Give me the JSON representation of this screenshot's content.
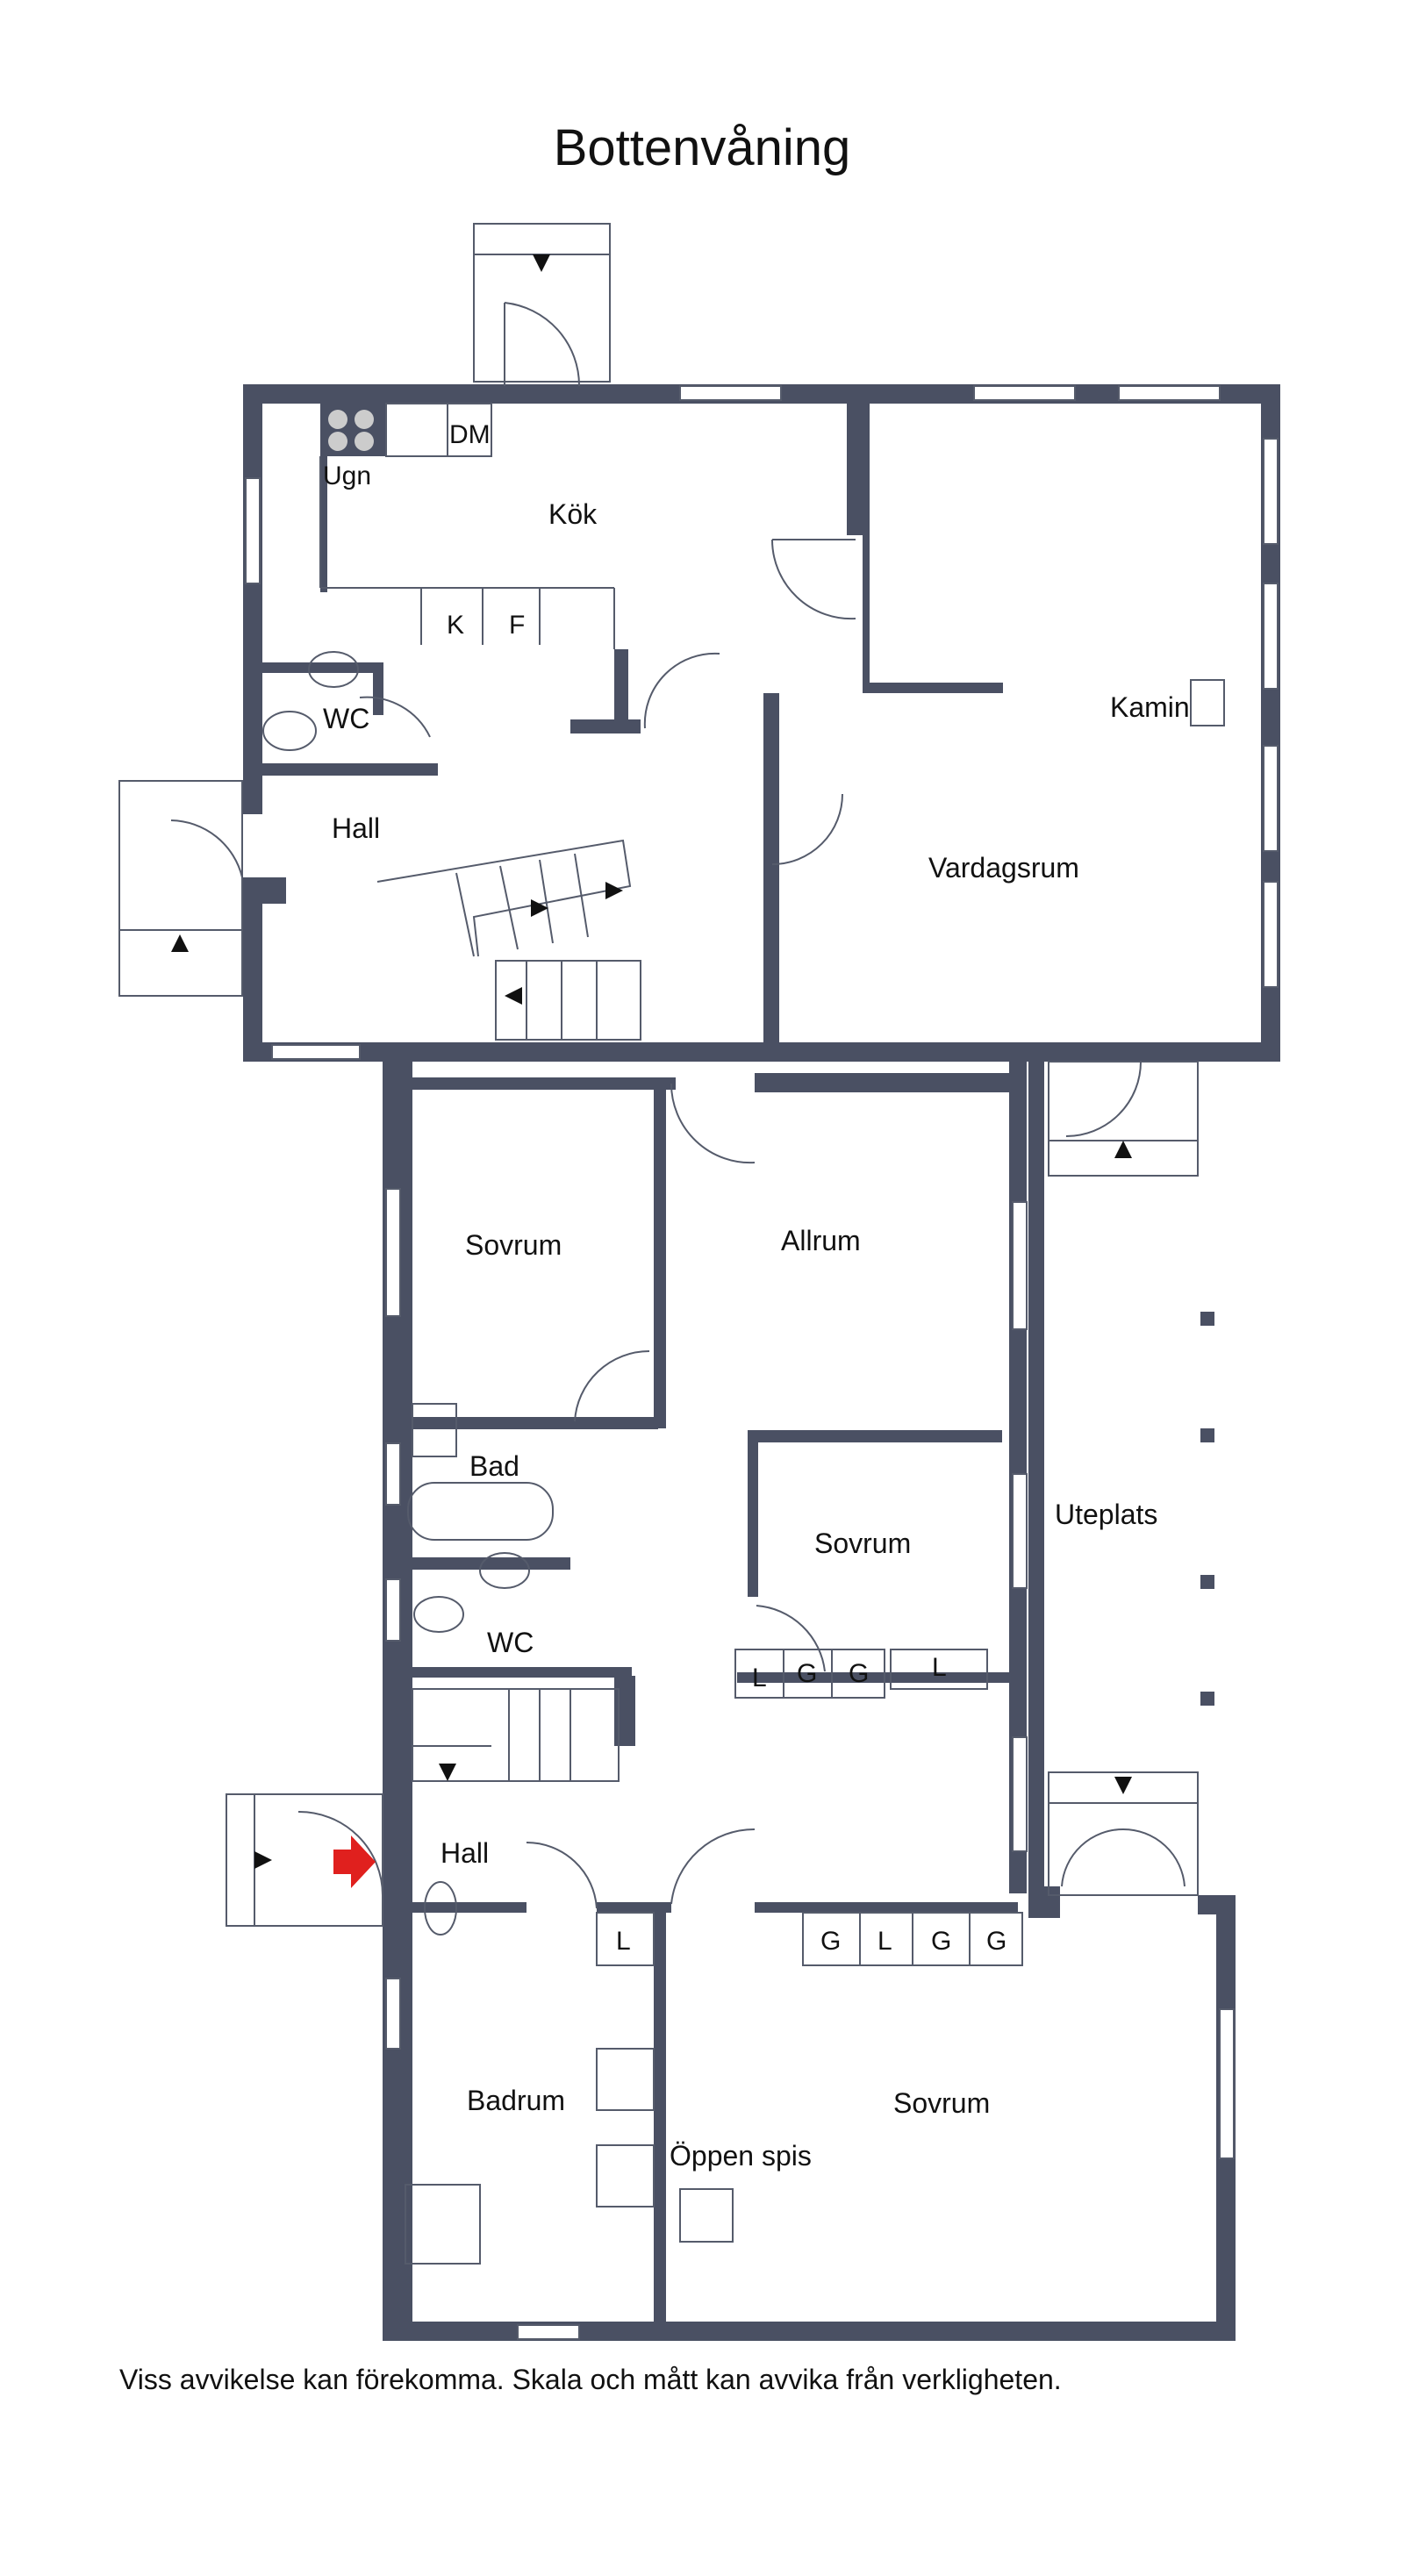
{
  "title": "Bottenvåning",
  "disclaimer": "Viss avvikelse kan förekomma. Skala och mått kan avvika från verkligheten.",
  "colors": {
    "wall": "#4a5063",
    "line": "#555b6b",
    "entrance": "#e0201e",
    "background": "#ffffff"
  },
  "rooms": {
    "kok": "Kök",
    "wc_top": "WC",
    "hall_top": "Hall",
    "vardagsrum": "Vardagsrum",
    "kamin": "Kamin",
    "sovrum_left": "Sovrum",
    "allrum": "Allrum",
    "bad": "Bad",
    "wc_mid": "WC",
    "sovrum_mid": "Sovrum",
    "uteplats": "Uteplats",
    "hall_bottom": "Hall",
    "badrum": "Badrum",
    "oppen_spis": "Öppen spis",
    "sovrum_bottom": "Sovrum"
  },
  "fixtures": {
    "ugn": "Ugn",
    "dm": "DM",
    "k": "K",
    "f": "F",
    "closets_mid": [
      "L",
      "G",
      "G"
    ],
    "closet_mid_right": "L",
    "closet_badrum": "L",
    "closets_bottom": [
      "G",
      "L",
      "G",
      "G"
    ]
  },
  "icons": [
    "entrance-arrow-icon",
    "stair-direction-arrow-icon",
    "door-swing-icon",
    "window-icon"
  ]
}
